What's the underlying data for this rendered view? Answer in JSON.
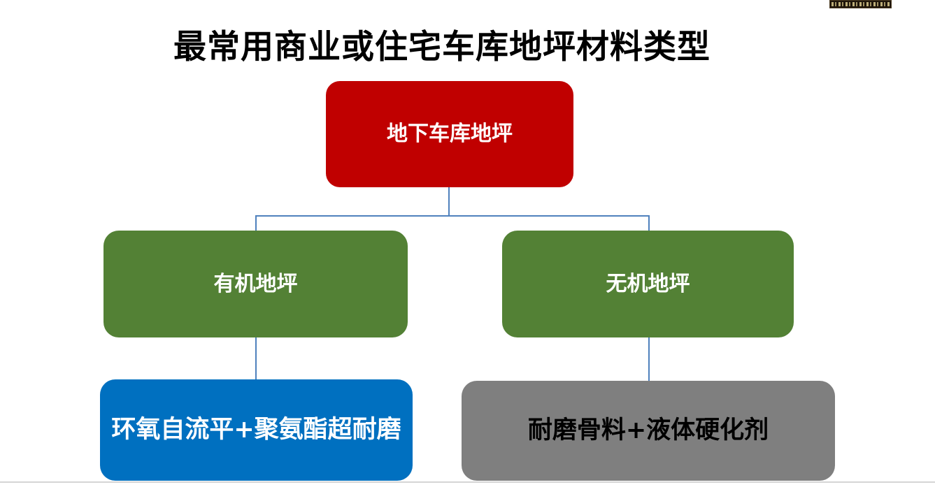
{
  "page": {
    "title": "最常用商业或住宅车库地坪材料类型"
  },
  "diagram": {
    "type": "tree",
    "root": {
      "label": "地下车库地坪"
    },
    "branches": [
      {
        "label": "有机地坪",
        "leaf": {
          "label": "环氧自流平+聚氨酯超耐磨"
        }
      },
      {
        "label": "无机地坪",
        "leaf": {
          "label": "耐磨骨料+液体硬化剂"
        }
      }
    ]
  },
  "colors": {
    "root_box": "#C00000",
    "branch_box": "#538135",
    "leaf_box_left": "#0070C0",
    "leaf_box_right": "#7F7F7F",
    "connector_line": "#4F81BD",
    "bottom_rule": "#D5D5D5",
    "title_text": "#000000",
    "root_text": "#FFFFFF",
    "branch_text": "#FFFFFF",
    "leaf_left_text": "#FFFFFF",
    "leaf_right_text": "#000000"
  }
}
